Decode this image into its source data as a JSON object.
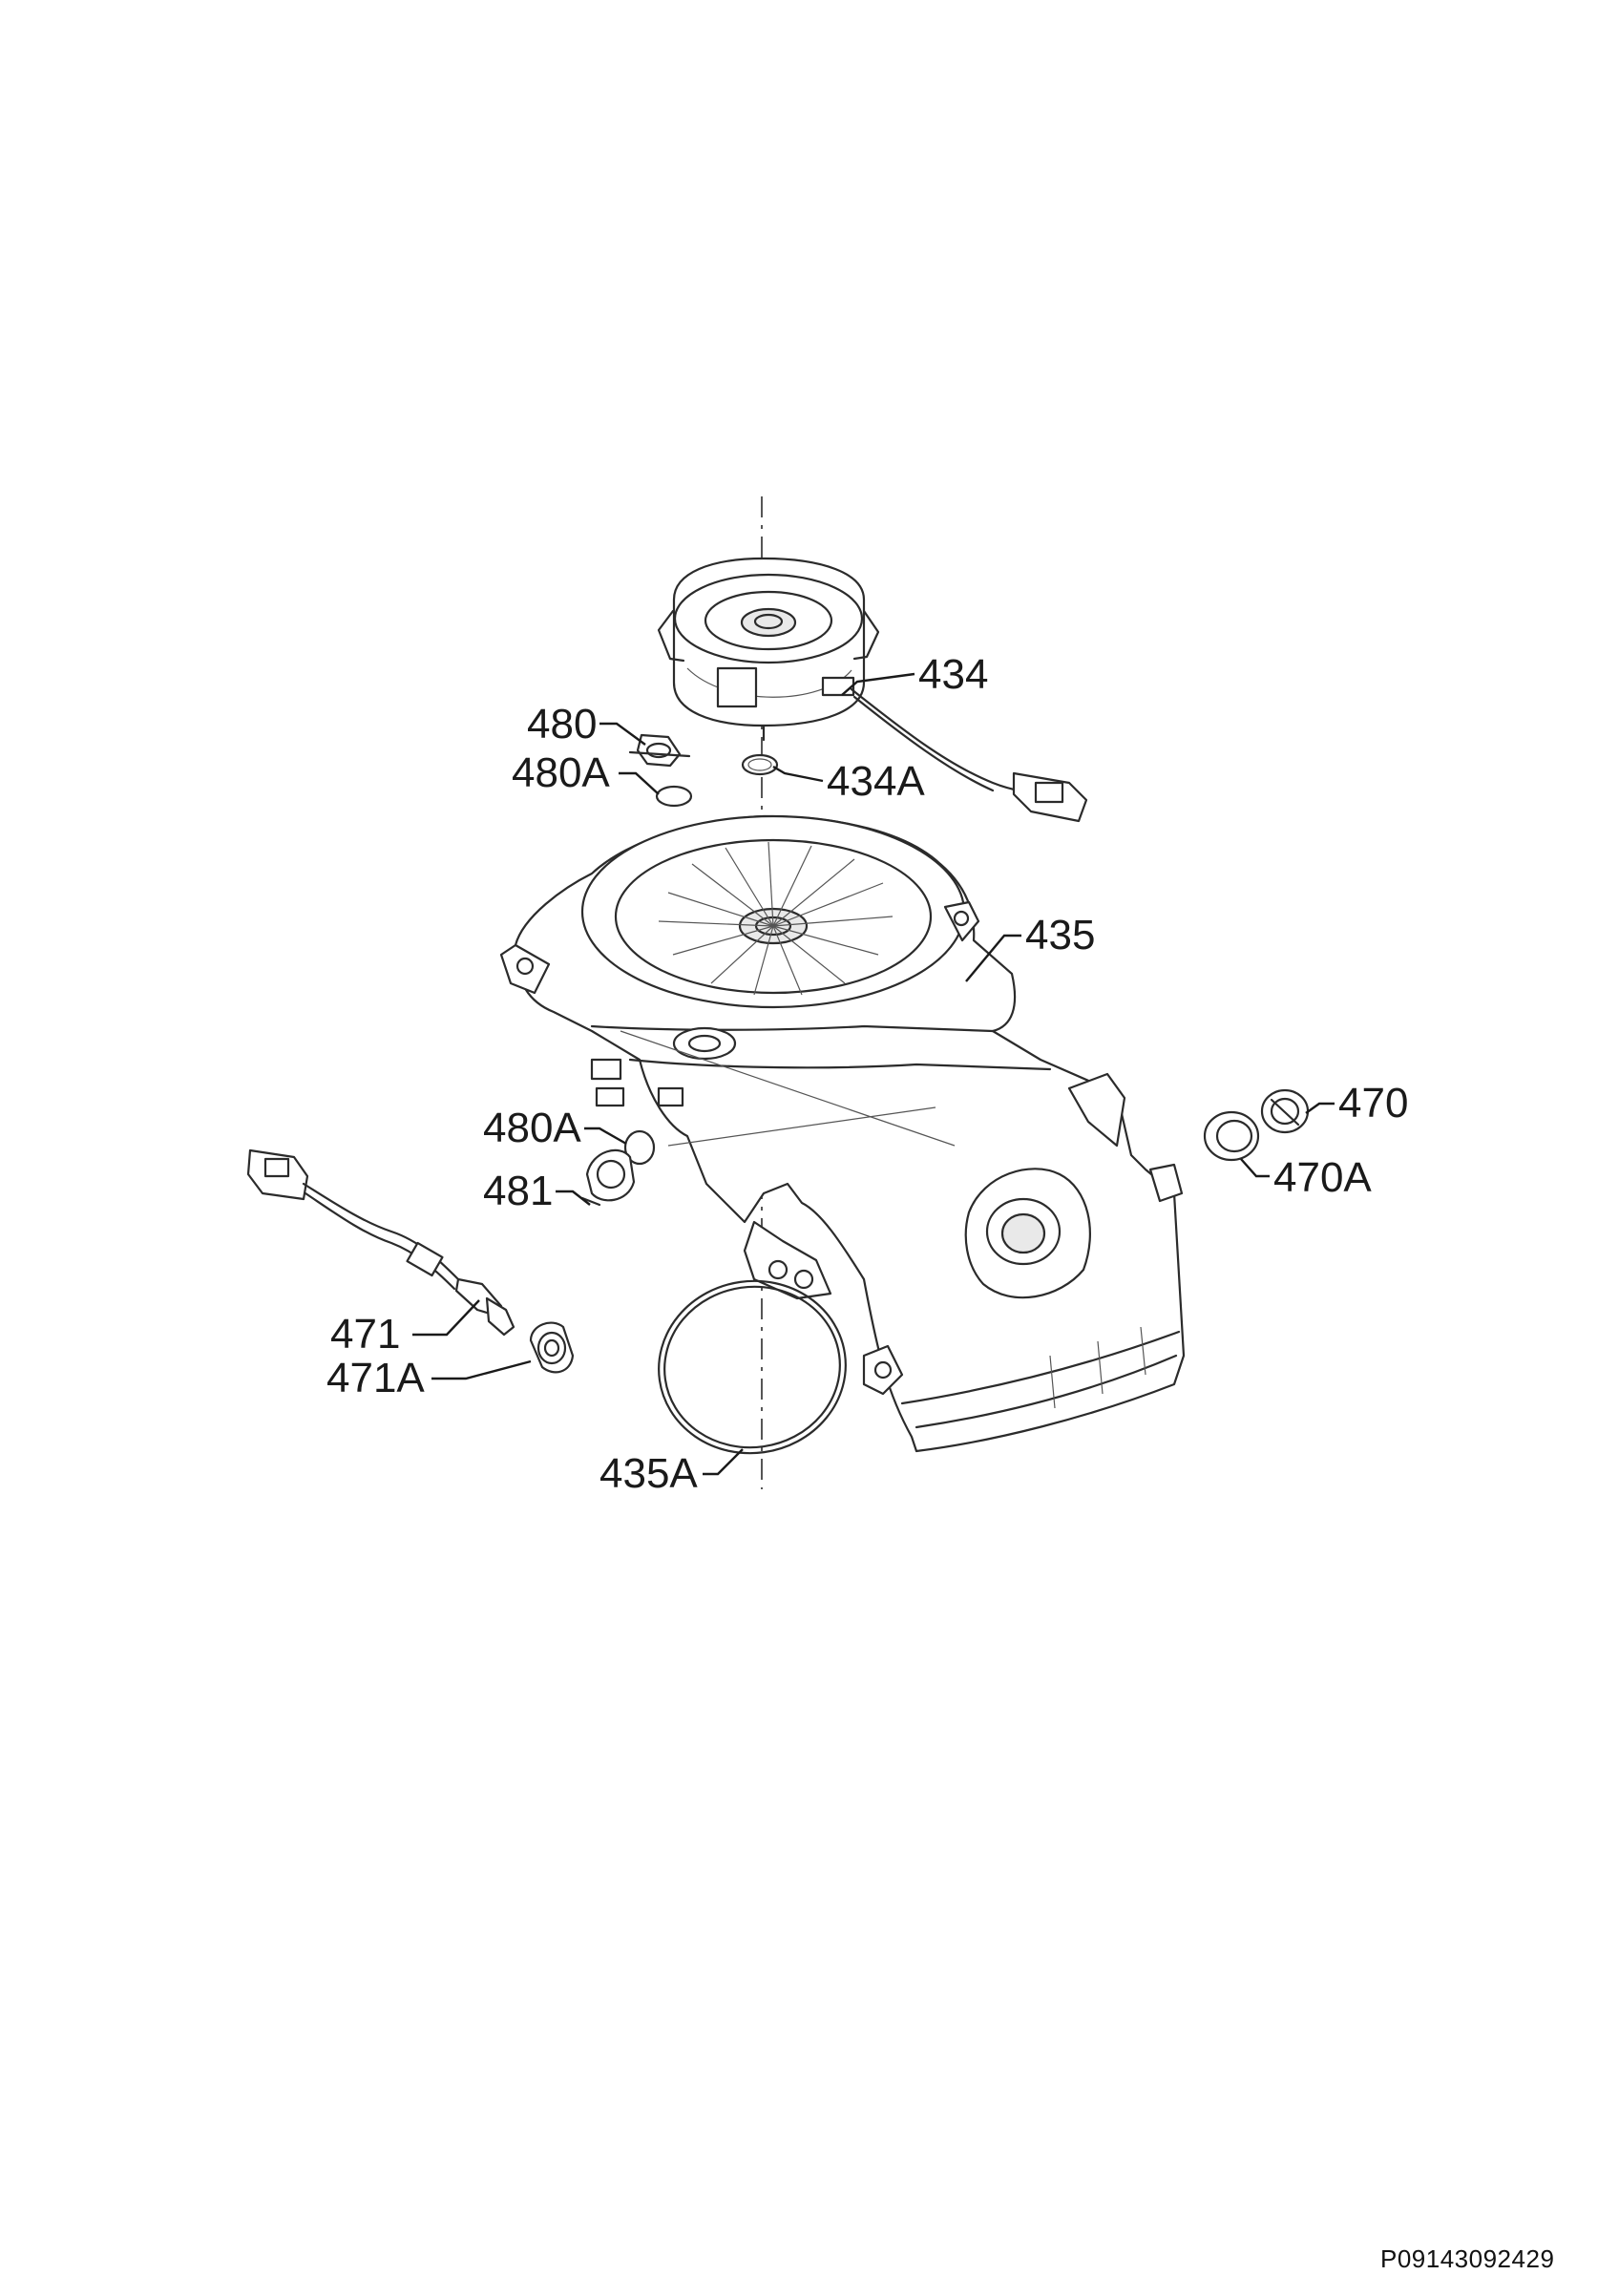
{
  "diagram": {
    "callouts": {
      "p434": "434",
      "p434a": "434A",
      "p480": "480",
      "p480a_top": "480A",
      "p435": "435",
      "p470": "470",
      "p470a": "470A",
      "p480a_mid": "480A",
      "p481": "481",
      "p471": "471",
      "p471a": "471A",
      "p435a": "435A"
    },
    "document_code": "P09143092429"
  }
}
